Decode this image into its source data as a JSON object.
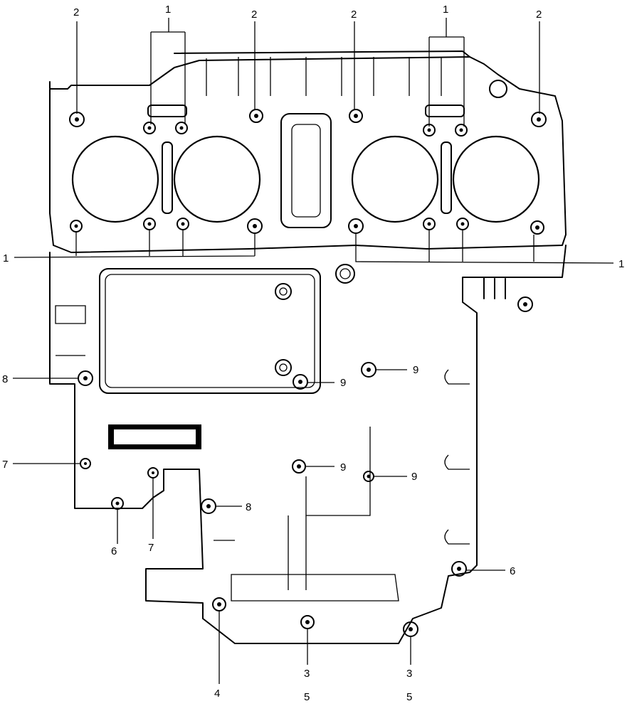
{
  "diagram": {
    "callouts": {
      "top": [
        "2",
        "1",
        "2",
        "2",
        "1",
        "2"
      ],
      "left": [
        "1",
        "8",
        "7"
      ],
      "right": [
        "1",
        "9",
        "9",
        "9",
        "9",
        "8",
        "6"
      ],
      "bottom": [
        "6",
        "7",
        "4",
        "3",
        "5",
        "3",
        "5"
      ]
    }
  }
}
